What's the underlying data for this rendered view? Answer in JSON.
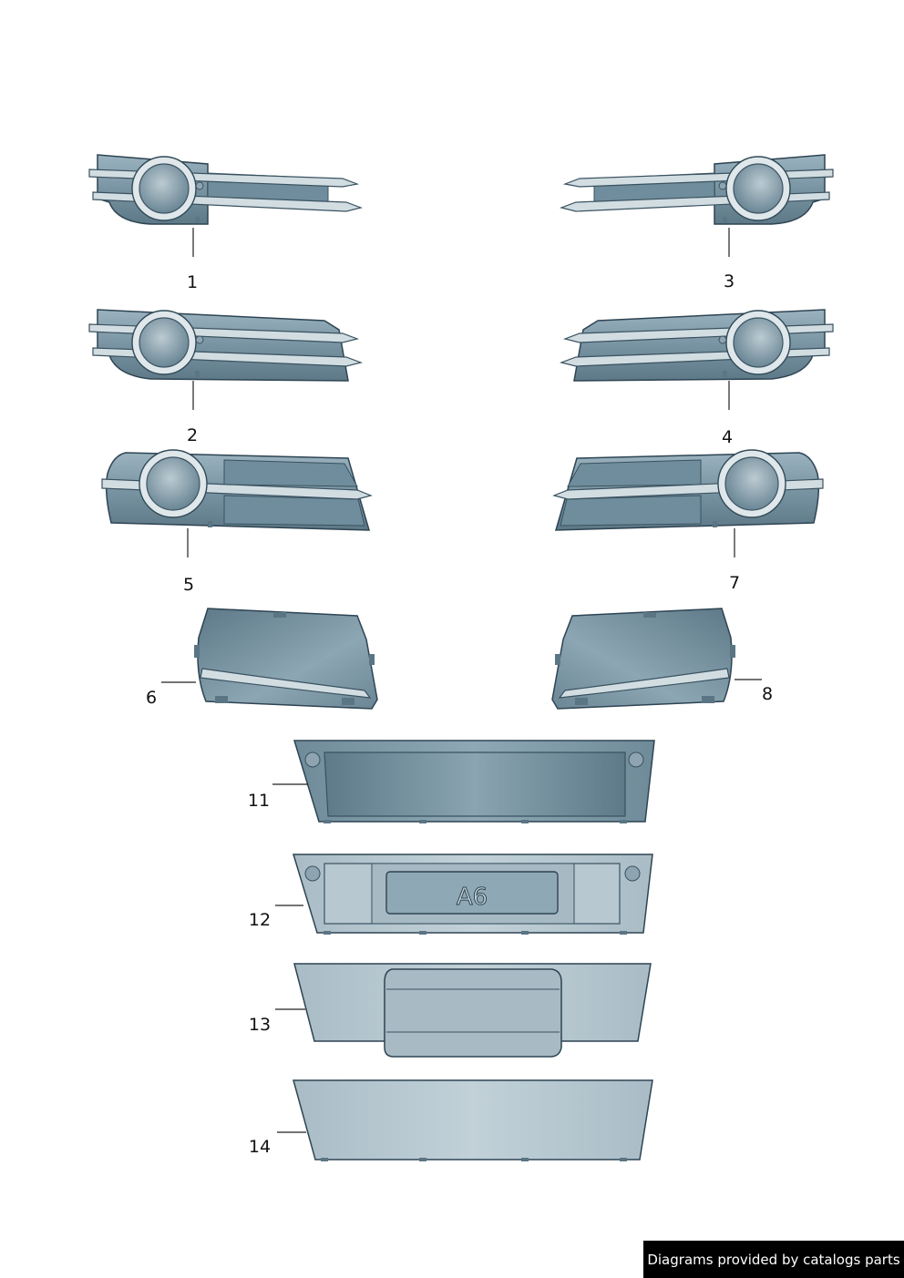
{
  "parts": [
    {
      "number": "1"
    },
    {
      "number": "2"
    },
    {
      "number": "3"
    },
    {
      "number": "4"
    },
    {
      "number": "5"
    },
    {
      "number": "6"
    },
    {
      "number": "7"
    },
    {
      "number": "8"
    },
    {
      "number": "11"
    },
    {
      "number": "12"
    },
    {
      "number": "13"
    },
    {
      "number": "14"
    }
  ],
  "emblem": "A6",
  "footer": {
    "text": "Diagrams provided by catalogs parts"
  },
  "colors": {
    "part_fill": "#7f9aa8",
    "part_stroke": "#2e4452",
    "chrome": "#d2dde2",
    "footer_bg": "#000000"
  }
}
